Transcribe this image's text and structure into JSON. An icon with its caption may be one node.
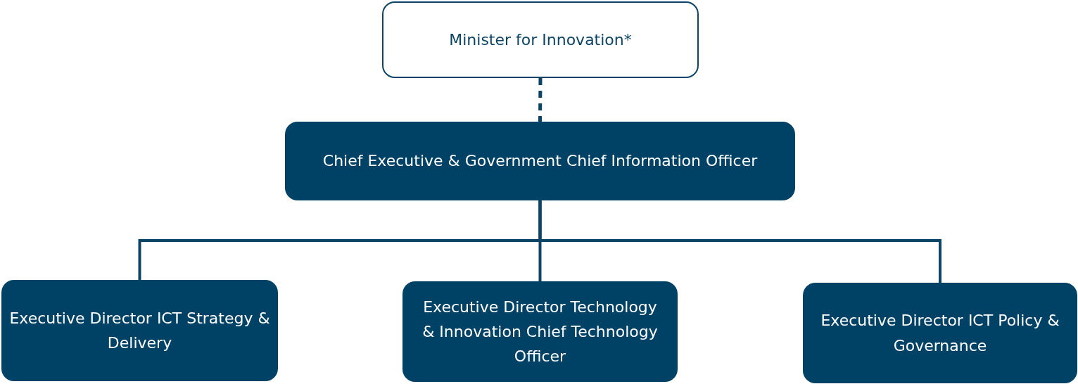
{
  "diagram": {
    "nodes": [
      {
        "text": [
          "Minister for Innovation*"
        ]
      },
      {
        "text": [
          "Chief Executive & Government Chief Information Officer"
        ]
      },
      {
        "text": [
          "Executive Director ICT Strategy & Delivery"
        ]
      },
      {
        "text": [
          "Executive Director Technology & Innovation Chief Technology Officer"
        ]
      },
      {
        "text": [
          "Executive Director ICT Policy & Governance"
        ]
      }
    ],
    "edges": [
      {
        "from": 0,
        "to": 1,
        "arrow": "none",
        "style": "dashed"
      },
      {
        "from": 1,
        "to": 2,
        "arrow": "none"
      },
      {
        "from": 1,
        "to": 3,
        "arrow": "none"
      },
      {
        "from": 1,
        "to": 4,
        "arrow": "none"
      }
    ]
  }
}
